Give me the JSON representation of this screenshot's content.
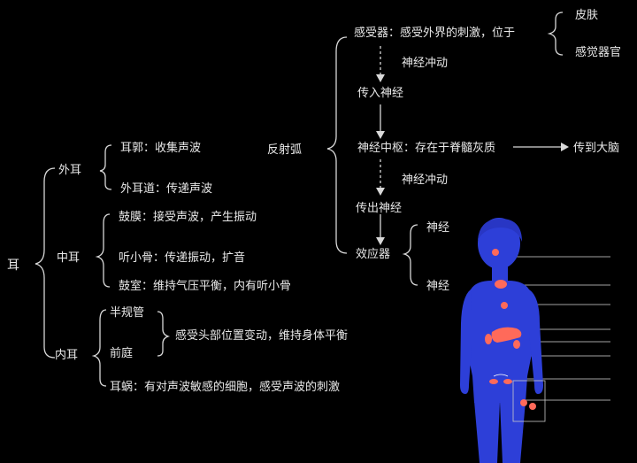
{
  "ear": {
    "root": "耳",
    "outer": {
      "label": "外耳",
      "items": [
        "耳郭：收集声波",
        "外耳道：传递声波"
      ]
    },
    "middle": {
      "label": "中耳",
      "items": [
        "鼓膜：接受声波，产生振动",
        "听小骨：传递振动，扩音",
        "鼓室：维持气压平衡，内有听小骨"
      ]
    },
    "inner": {
      "label": "内耳",
      "semicircular": "半规管",
      "vestibule": "前庭",
      "balance": "感受头部位置变动，维持身体平衡",
      "cochlea": "耳蜗：有对声波敏感的细胞，感受声波的刺激"
    }
  },
  "reflex": {
    "label": "反射弧",
    "receptor": "感受器：感受外界的刺激，位于",
    "receptor_sub": [
      "皮肤",
      "感觉器官"
    ],
    "impulse1": "神经冲动",
    "afferent": "传入神经",
    "center": "神经中枢：存在于脊髓灰质",
    "to_brain": "传到大脑",
    "impulse2": "神经冲动",
    "efferent": "传出神经",
    "effector": "效应器",
    "effector_sub": [
      "神经",
      "神经"
    ]
  },
  "colors": {
    "background": "#000000",
    "text": "#e8e8e8",
    "body": "#2d3fd8",
    "organ": "#ff6a5a"
  }
}
